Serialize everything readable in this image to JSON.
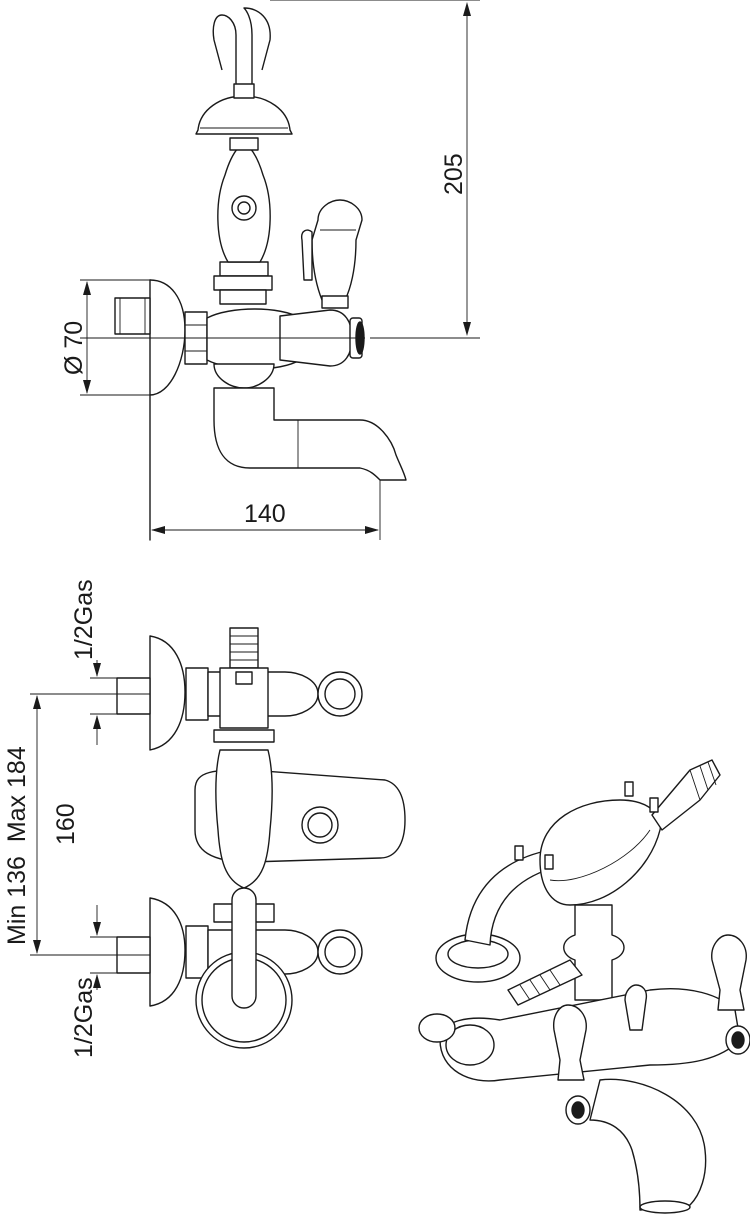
{
  "dimensions": {
    "height_top": "205",
    "diameter_flange": "Ø 70",
    "width_spout": "140",
    "thread_upper": "1/2Gas",
    "thread_lower": "1/2Gas",
    "center_distance": "160",
    "center_range": "Min 136  Max 184"
  }
}
